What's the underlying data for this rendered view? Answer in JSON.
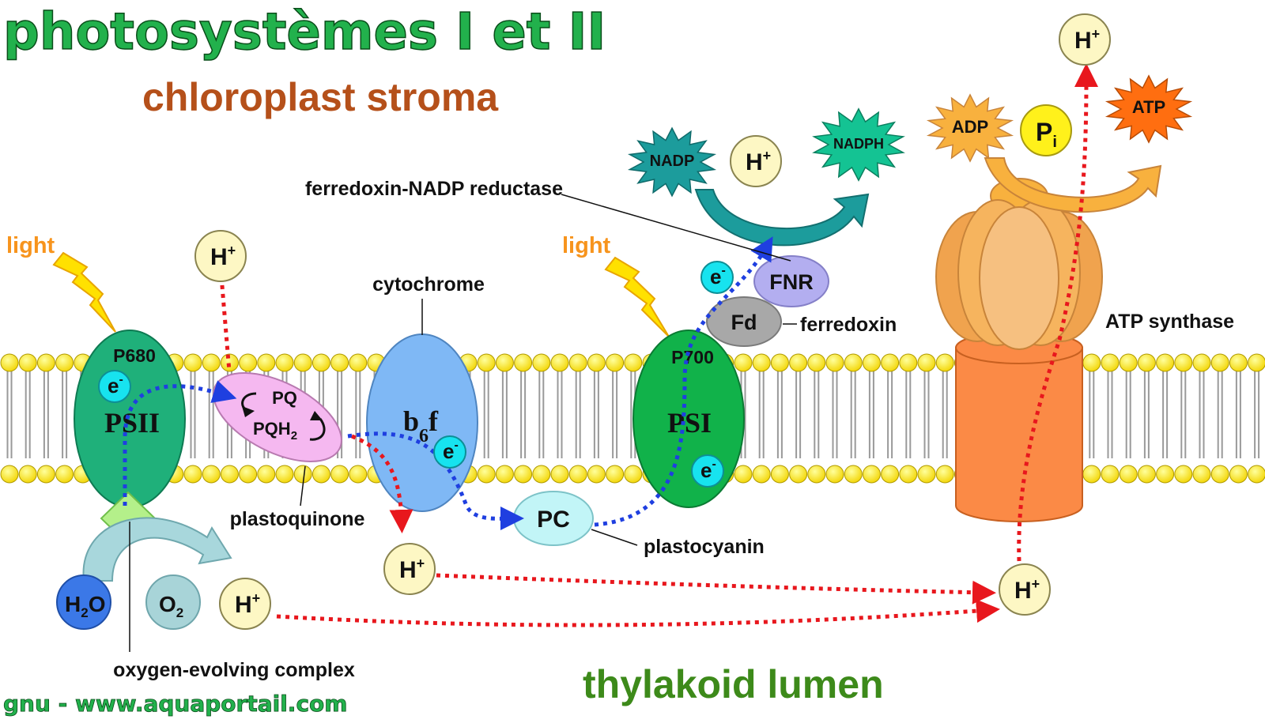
{
  "title": "photosystèmes I et II",
  "regions": {
    "stroma": "chloroplast stroma",
    "lumen": "thylakoid lumen"
  },
  "credit": "gnu - www.aquaportail.com",
  "light_labels": [
    "light",
    "light"
  ],
  "labels": {
    "cytochrome": "cytochrome",
    "plastoquinone": "plastoquinone",
    "plastocyanin": "plastocyanin",
    "ferredoxin": "ferredoxin",
    "fnr_full": "ferredoxin-NADP reductase",
    "atp_synthase": "ATP synthase",
    "oec": "oxygen-evolving complex"
  },
  "complexes": {
    "psii": {
      "name": "PSII",
      "center": "P680"
    },
    "pq": {
      "top": "PQ",
      "bottom_base": "PQH",
      "bottom_sub": "2"
    },
    "b6f": {
      "base": "b",
      "sub": "6",
      "tail": "f"
    },
    "psi": {
      "name": "PSI",
      "center": "P700"
    },
    "pc": "PC",
    "fd": "Fd",
    "fnr": "FNR"
  },
  "molecules": {
    "electron": "e",
    "electron_sup": "-",
    "proton": "H",
    "proton_sup": "+",
    "water_base": "H",
    "water_sub": "2",
    "water_tail": "O",
    "oxygen_base": "O",
    "oxygen_sub": "2",
    "nadp": "NADP",
    "nadph": "NADPH",
    "adp": "ADP",
    "atp": "ATP",
    "pi_base": "P",
    "pi_sub": "i"
  },
  "colors": {
    "title_green": "#22b14c",
    "stroma_brown": "#b5501a",
    "lumen_green": "#3d8a1a",
    "light_orange": "#f7941d",
    "psii_green": "#1fb07a",
    "psi_green": "#11b24a",
    "pq_pink": "#f5b8f0",
    "b6f_blue": "#7fb8f5",
    "pc_cyan": "#c2f5f7",
    "electron_cyan": "#17e3ef",
    "proton_cream": "#fdf7c4",
    "fnr_lavender": "#b3aef0",
    "fd_gray": "#a8a8a8",
    "atp_synthase_orange": "#fb8a46",
    "nadp_teal": "#1c9c9c",
    "nadph_green": "#14c393",
    "adp_orange": "#f8b13e",
    "atp_red": "#ff6e10",
    "pi_yellow": "#fff11b",
    "electron_flow": "#1f3fe0",
    "proton_flow": "#e8171d"
  }
}
